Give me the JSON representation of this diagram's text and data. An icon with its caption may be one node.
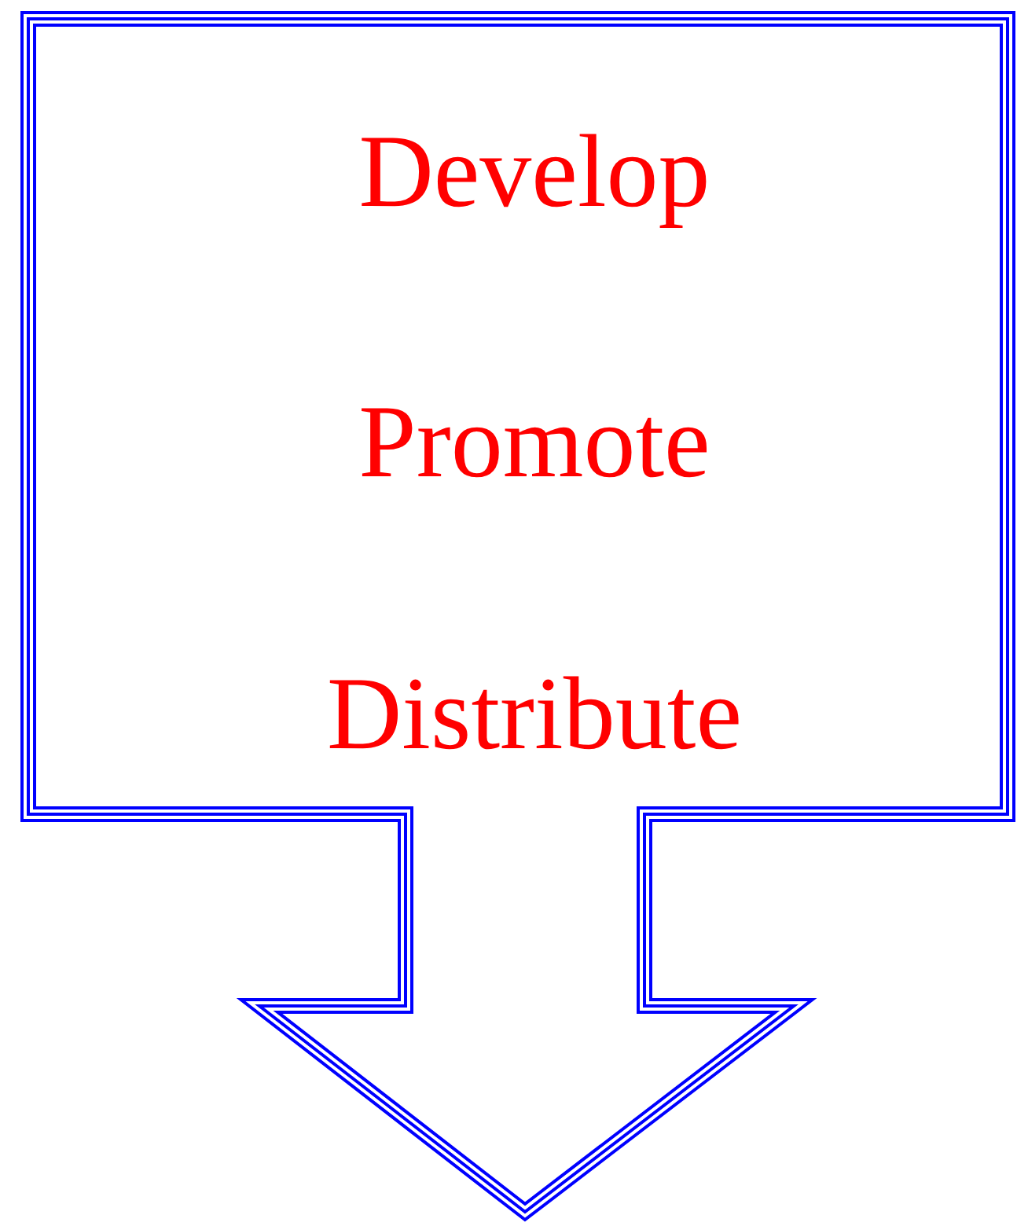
{
  "diagram": {
    "nodes": [
      {
        "text": [
          "Develop",
          "Promote",
          "Distribute"
        ]
      }
    ]
  }
}
